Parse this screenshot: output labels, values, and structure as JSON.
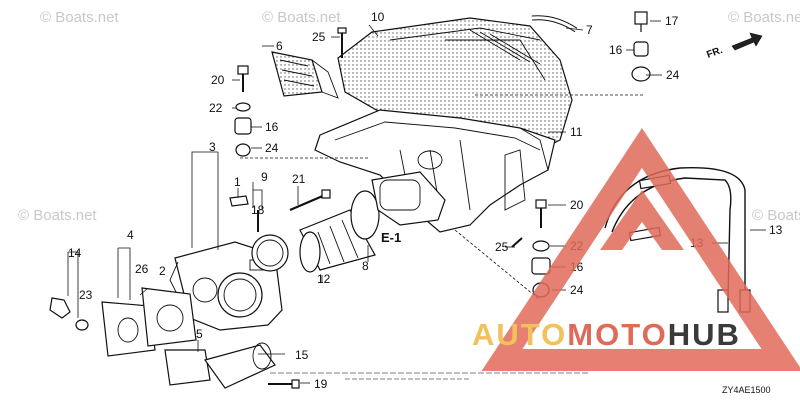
{
  "watermarks": [
    "© Boats.net",
    "© Boats.net",
    "© Boats.net",
    "© Boats.net",
    "© Boats.net"
  ],
  "callouts": [
    "3",
    "4",
    "14",
    "23",
    "26",
    "2",
    "5",
    "15",
    "19",
    "18",
    "9",
    "1",
    "21",
    "12",
    "8",
    "10",
    "25",
    "7",
    "17",
    "16",
    "24",
    "6",
    "20",
    "22",
    "16",
    "24",
    "11",
    "20",
    "22",
    "25",
    "16",
    "24",
    "13",
    "13"
  ],
  "direction_label": "FR.",
  "section_label": "E-1",
  "diagram_code": "ZY4AE1500",
  "brand_logo": {
    "text": "AUTOMOTOHUB",
    "accent": "#e06a5a",
    "logo_yellow": "#f2c15c",
    "logo_dark": "#3a3a3a"
  },
  "icon_names": [
    "warning-triangle-icon",
    "direction-arrow-icon"
  ]
}
